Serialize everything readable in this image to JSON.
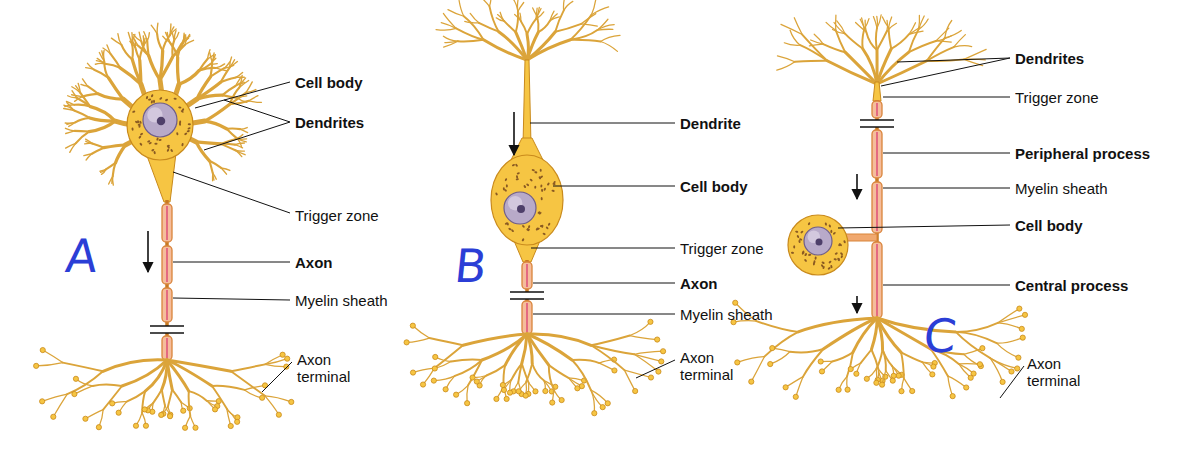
{
  "diagram": {
    "labels": [
      "Cell body",
      "Dendrites",
      "Trigger zone",
      "Axon",
      "Myelin sheath",
      "Axon terminal",
      "A",
      "Dendrite",
      "Cell body",
      "Trigger zone",
      "Axon",
      "Myelin sheath",
      "Axon terminal",
      "B",
      "Dendrites",
      "Trigger zone",
      "Peripheral process",
      "Myelin sheath",
      "Cell body",
      "Central process",
      "Axon terminal",
      "C"
    ]
  }
}
